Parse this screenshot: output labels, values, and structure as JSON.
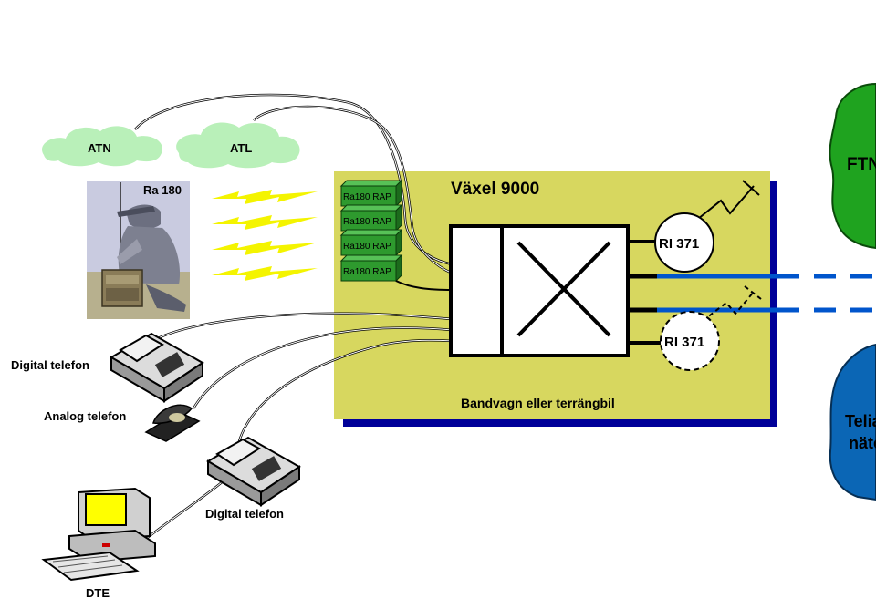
{
  "clouds": {
    "atn": "ATN",
    "atl": "ATL"
  },
  "radio_operator": {
    "label": "Ra 180"
  },
  "switch_box": {
    "title": "Växel 9000",
    "caption": "Bandvagn eller terrängbil",
    "modules": [
      "Ra180 RAP",
      "Ra180 RAP",
      "Ra180 RAP",
      "Ra180 RAP"
    ],
    "radio_links": [
      "RI 371",
      "RI 371"
    ]
  },
  "devices": {
    "digital_phone_1": "Digital telefon",
    "analog_phone": "Analog  telefon",
    "digital_phone_2": "Digital telefon",
    "dte": "DTE"
  },
  "networks": {
    "ftn": "FTN",
    "telia_line1": "Telia",
    "telia_line2": "nätet"
  },
  "colors": {
    "cloud_green": "#b9f0b9",
    "box_fill": "#d7d75f",
    "box_shadow": "#000099",
    "module_green": "#2e9a2e",
    "link_blue": "#0055cc",
    "ftn_green": "#1fa31f",
    "telia_blue": "#0b66b5",
    "lightning_yellow": "#f4f400"
  }
}
